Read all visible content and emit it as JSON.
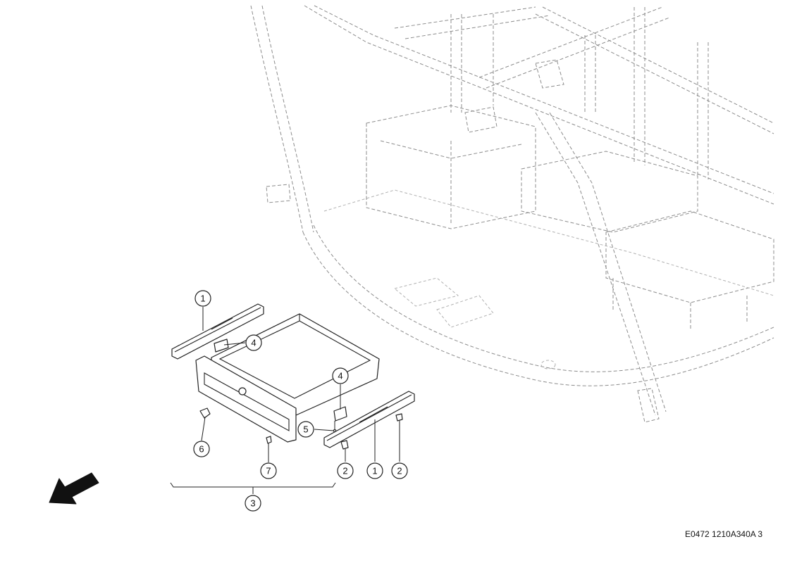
{
  "callouts": [
    {
      "label": "1"
    },
    {
      "label": "4"
    },
    {
      "label": "4"
    },
    {
      "label": "5"
    },
    {
      "label": "6"
    },
    {
      "label": "7"
    },
    {
      "label": "2"
    },
    {
      "label": "1"
    },
    {
      "label": "2"
    },
    {
      "label": "3"
    }
  ],
  "drawing_code": "E0472 1210A340A 3",
  "direction_arrow_icon": "arrow-down-left-icon"
}
